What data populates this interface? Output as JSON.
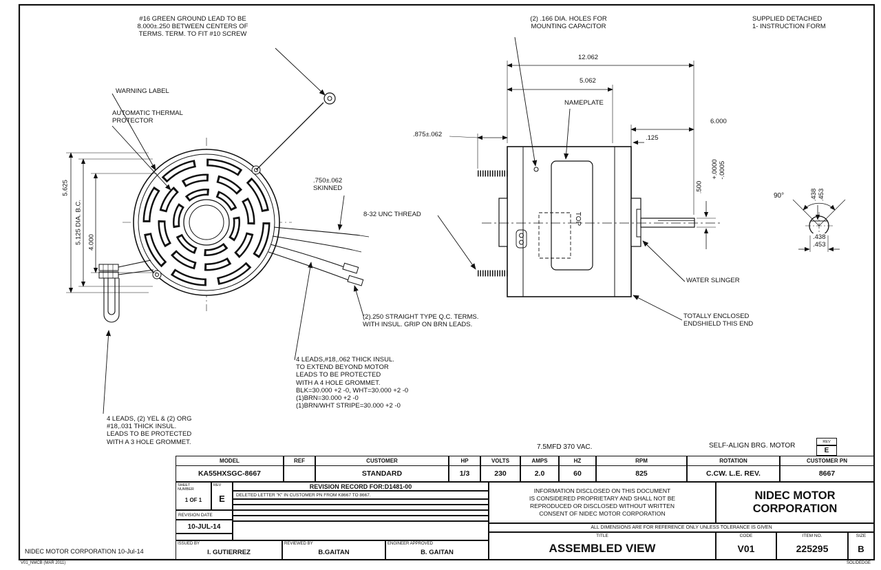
{
  "annotations": {
    "ground_lead": "#16 GREEN GROUND LEAD TO BE\n8.000±.250 BETWEEN CENTERS OF\nTERMS. TERM. TO FIT #10 SCREW",
    "warning_label": "WARNING LABEL",
    "thermal_protector": "AUTOMATIC THERMAL\nPROTECTOR",
    "skinned": ".750±.062\nSKINNED",
    "unc_thread": "8-32 UNC THREAD",
    "qc_terms": "(2).250 STRAIGHT TYPE Q.C. TERMS.\nWITH INSUL. GRIP ON BRN LEADS.",
    "leads_4hole": "4 LEADS,#18,.062 THICK INSUL.\nTO EXTEND BEYOND MOTOR\nLEADS TO BE PROTECTED\nWITH A 4 HOLE GROMMET.\nBLK=30.000 +2 -0, WHT=30.000 +2 -0\n(1)BRN=30.000 +2 -0\n(1)BRN/WHT STRIPE=30.000 +2 -0",
    "leads_3hole": "4 LEADS, (2) YEL & (2) ORG\n#18,.031 THICK INSUL.\nLEADS TO BE PROTECTED\nWITH A 3 HOLE GROMMET.",
    "cap_holes": "(2) .166 DIA. HOLES FOR\nMOUNTING CAPACITOR",
    "supplied": "SUPPLIED DETACHED\n1- INSTRUCTION FORM",
    "nameplate": "NAMEPLATE",
    "water_slinger": "WATER SLINGER",
    "endshield": "TOTALLY ENCLOSED\nENDSHIELD THIS END",
    "top_label": "TOP",
    "cap_rating": "7.5MFD 370 VAC.",
    "self_align": "SELF-ALIGN BRG. MOTOR"
  },
  "dims": {
    "d5625": "5.625",
    "d5125": "5.125 DIA. B.C.",
    "d4000": "4.000",
    "d12062": "12.062",
    "d5062": "5.062",
    "d875": ".875±.062",
    "d6000": "6.000",
    "d125": ".125",
    "d500": ".500",
    "tol": "+.0000\n-.0005",
    "ang90": "90°",
    "flat_v": ".438\n.453",
    "flat_h": ".438\n.453"
  },
  "title_block": {
    "rev_floating_label": "REV",
    "rev_floating_value": "E",
    "spec_headers": [
      "MODEL",
      "REF",
      "CUSTOMER",
      "HP",
      "VOLTS",
      "AMPS",
      "HZ",
      "RPM",
      "ROTATION",
      "CUSTOMER PN"
    ],
    "spec_values": [
      "KA55HXSGC-8667",
      "",
      "STANDARD",
      "1/3",
      "230",
      "2.0",
      "60",
      "825",
      "C.CW. L.E. REV.",
      "8667"
    ],
    "sheet_label": "SHEET\nNUMBER",
    "sheet_value": "1 OF 1",
    "rev_label": "REV",
    "rev_value": "E",
    "revision_record": "REVISION RECORD FOR:D1481-00",
    "revision_note": "DELETED LETTER \"K\" IN CUSTOMER PN FROM K8667 TO 8667.",
    "revision_date_label": "REVISION DATE",
    "revision_date": "10-JUL-14",
    "proprietary": "INFORMATION DISCLOSED ON THIS DOCUMENT\nIS CONSIDERED PROPRIETARY AND SHALL NOT BE\nREPRODUCED OR DISCLOSED WITHOUT WRITTEN\nCONSENT OF NIDEC MOTOR CORPORATION",
    "company": "NIDEC MOTOR\nCORPORATION",
    "tolerance_note": "ALL DIMENSIONS ARE FOR REFERENCE ONLY UNLESS TOLERANCE IS GIVEN",
    "title_label": "TITLE",
    "title_value": "ASSEMBLED VIEW",
    "code_label": "CODE",
    "code_value": "V01",
    "item_label": "ITEM NO.",
    "item_value": "225295",
    "size_label": "SIZE",
    "size_value": "B",
    "issued_label": "ISSUED BY",
    "issued_value": "I. GUTIERREZ",
    "reviewed_label": "REVIEWED BY",
    "reviewed_value": "B.GAITAN",
    "approved_label": "ENGINEER APPROVED",
    "approved_value": "B. GAITAN"
  },
  "meta": {
    "corner_note": "NIDEC MOTOR CORPORATION 10-Jul-14",
    "footer_left": "V01_NMCB (MAR 2011)",
    "footer_right": "SOLIDEDGE"
  }
}
